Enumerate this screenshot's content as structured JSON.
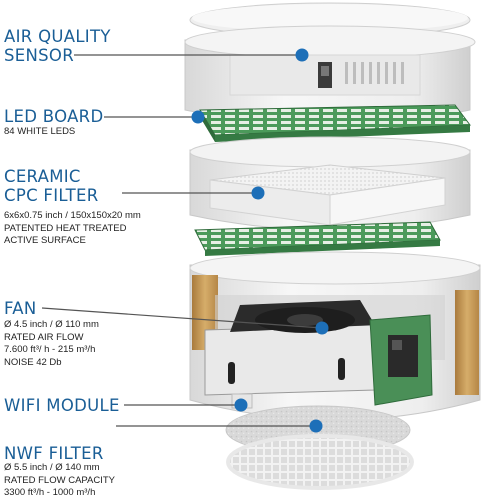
{
  "components": [
    {
      "id": "air-quality-sensor",
      "title_lines": [
        "AIR QUALITY",
        "SENSOR"
      ],
      "specs": []
    },
    {
      "id": "led-board",
      "title_lines": [
        "LED BOARD"
      ],
      "specs": [
        "84 WHITE LEDS"
      ]
    },
    {
      "id": "ceramic-cpc-filter",
      "title_lines": [
        "CERAMIC",
        "CPC FILTER"
      ],
      "specs": [
        "6x6x0.75 inch / 150x150x20 mm",
        "PATENTED HEAT TREATED",
        "ACTIVE SURFACE"
      ]
    },
    {
      "id": "fan",
      "title_lines": [
        "FAN"
      ],
      "specs": [
        "Ø 4.5 inch / Ø 110 mm",
        "RATED AIR FLOW",
        "7.600 ft³/ h - 215 m³/h",
        "NOISE 42 Db"
      ]
    },
    {
      "id": "wifi-module",
      "title_lines": [
        "WIFI MODULE"
      ],
      "specs": []
    },
    {
      "id": "nwf-filter",
      "title_lines": [
        "NWF FILTER"
      ],
      "specs": [
        "Ø 5.5 inch / Ø 140 mm",
        "RATED FLOW CAPACITY",
        "3300 ft³/h - 1000 m³/h"
      ]
    }
  ],
  "colors": {
    "label_blue": "#1a5e96",
    "leader_line": "#555555",
    "dot_blue": "#1d6fb8",
    "pcb_green": "#3f8c4e",
    "wood": "#c69a55"
  }
}
